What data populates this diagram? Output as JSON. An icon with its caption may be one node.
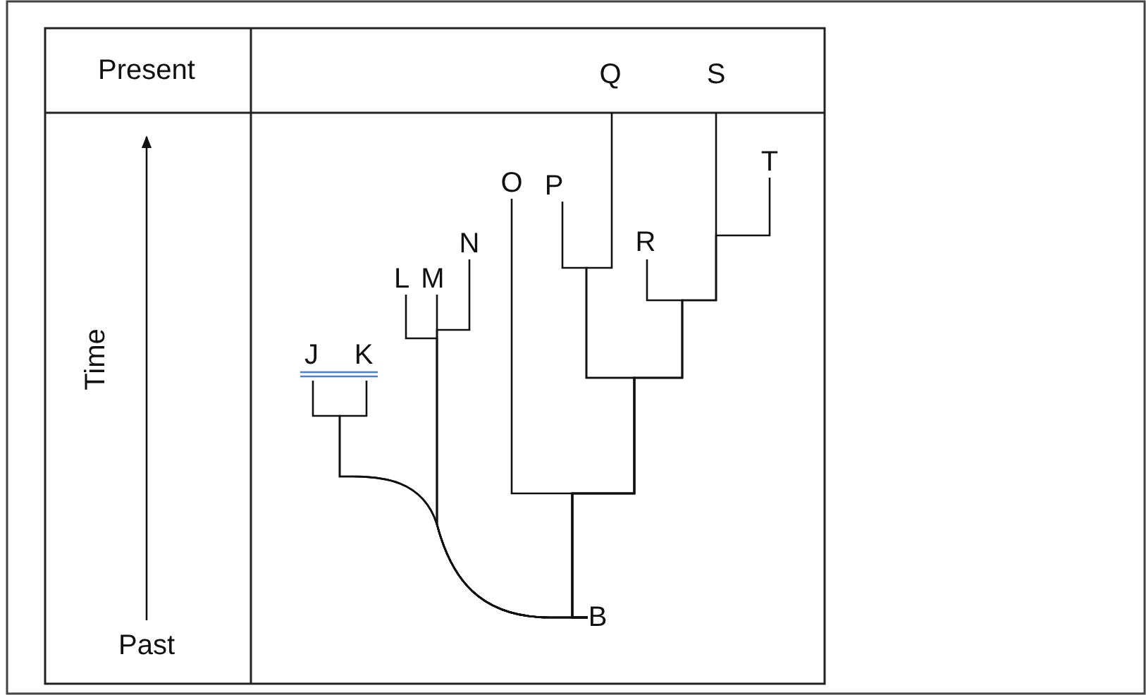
{
  "diagram": {
    "nodes": [
      {
        "text": [
          "Q"
        ]
      },
      {
        "text": [
          "S"
        ]
      },
      {
        "text": [
          "T"
        ]
      },
      {
        "text": [
          "O"
        ]
      },
      {
        "text": [
          "P"
        ]
      },
      {
        "text": [
          "R"
        ]
      },
      {
        "text": [
          "N"
        ]
      },
      {
        "text": [
          "L"
        ]
      },
      {
        "text": [
          "M"
        ]
      },
      {
        "text": [
          "J"
        ]
      },
      {
        "text": [
          "K"
        ]
      },
      {
        "text": [
          "B"
        ]
      }
    ],
    "edges": [
      {
        "from": 11,
        "to": 0,
        "arrow": "none"
      },
      {
        "from": 11,
        "to": 1,
        "arrow": "none"
      },
      {
        "from": 11,
        "to": 2,
        "arrow": "none"
      },
      {
        "from": 11,
        "to": 3,
        "arrow": "none"
      },
      {
        "from": 11,
        "to": 4,
        "arrow": "none"
      },
      {
        "from": 11,
        "to": 5,
        "arrow": "none"
      },
      {
        "from": 11,
        "to": 6,
        "arrow": "none"
      },
      {
        "from": 11,
        "to": 7,
        "arrow": "none"
      },
      {
        "from": 11,
        "to": 8,
        "arrow": "none"
      },
      {
        "from": 11,
        "to": 9,
        "arrow": "none"
      },
      {
        "from": 11,
        "to": 10,
        "arrow": "none"
      }
    ],
    "labels": [
      "Present",
      "Time",
      "Past"
    ]
  }
}
